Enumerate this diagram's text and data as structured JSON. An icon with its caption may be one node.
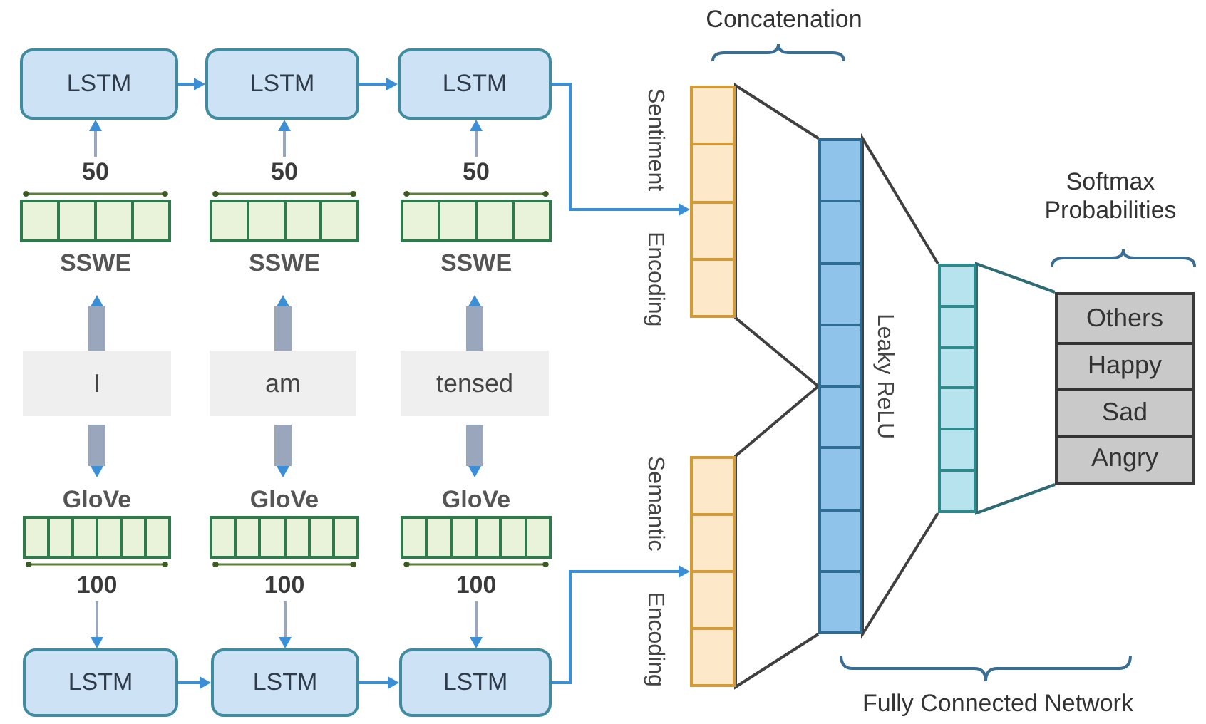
{
  "diagram": {
    "nodes": [
      {
        "text": [
          "LSTM"
        ]
      },
      {
        "text": [
          "LSTM"
        ]
      },
      {
        "text": [
          "LSTM"
        ]
      },
      {
        "text": [],
        "shape": "box",
        "beside": [
          "SSWE"
        ]
      },
      {
        "text": [],
        "shape": "box",
        "beside": [
          "SSWE"
        ]
      },
      {
        "text": [],
        "shape": "box",
        "beside": [
          "SSWE"
        ]
      },
      {
        "text": [
          "I"
        ]
      },
      {
        "text": [
          "am"
        ]
      },
      {
        "text": [
          "tensed"
        ]
      },
      {
        "text": [],
        "shape": "box",
        "beside": [
          "GloVe"
        ]
      },
      {
        "text": [],
        "shape": "box",
        "beside": [
          "GloVe"
        ]
      },
      {
        "text": [],
        "shape": "box",
        "beside": [
          "GloVe"
        ]
      },
      {
        "text": [
          "LSTM"
        ]
      },
      {
        "text": [
          "LSTM"
        ]
      },
      {
        "text": [
          "LSTM"
        ]
      },
      {
        "text": [],
        "shape": "box",
        "beside": [
          "Sentiment Encoding"
        ]
      },
      {
        "text": [],
        "shape": "box",
        "beside": [
          "Semantic Encoding"
        ]
      },
      {
        "text": [],
        "shape": "box",
        "beside": [
          "Leaky ReLU"
        ]
      },
      {
        "text": [],
        "shape": "box"
      },
      {
        "text": [],
        "shape": "box"
      },
      {
        "text": [
          "Others"
        ],
        "in": 19
      },
      {
        "text": [
          "Happy"
        ],
        "in": 19
      },
      {
        "text": [
          "Sad"
        ],
        "in": 19
      },
      {
        "text": [
          "Angry"
        ],
        "in": 19
      }
    ],
    "edges": [
      {
        "from": 0,
        "to": 1,
        "arrow": "to",
        "color": "#3a8fd6"
      },
      {
        "from": 1,
        "to": 2,
        "arrow": "to",
        "color": "#3a8fd6"
      },
      {
        "from": 2,
        "to": 15,
        "arrow": "to",
        "color": "#3a8fd6"
      },
      {
        "from": 3,
        "to": 0,
        "arrow": "to",
        "color": "#9aa6bb"
      },
      {
        "from": 4,
        "to": 1,
        "arrow": "to",
        "color": "#9aa6bb"
      },
      {
        "from": 5,
        "to": 2,
        "arrow": "to",
        "color": "#9aa6bb"
      },
      {
        "from": 6,
        "to": 3,
        "arrow": "to",
        "style": "thick",
        "color": "#9aa6bb"
      },
      {
        "from": 7,
        "to": 4,
        "arrow": "to",
        "style": "thick",
        "color": "#9aa6bb"
      },
      {
        "from": 8,
        "to": 5,
        "arrow": "to",
        "style": "thick",
        "color": "#9aa6bb"
      },
      {
        "from": 6,
        "to": 9,
        "arrow": "to",
        "style": "thick",
        "color": "#9aa6bb"
      },
      {
        "from": 7,
        "to": 10,
        "arrow": "to",
        "style": "thick",
        "color": "#9aa6bb"
      },
      {
        "from": 8,
        "to": 11,
        "arrow": "to",
        "style": "thick",
        "color": "#9aa6bb"
      },
      {
        "from": 9,
        "to": 12,
        "arrow": "to",
        "color": "#9aa6bb"
      },
      {
        "from": 10,
        "to": 13,
        "arrow": "to",
        "color": "#9aa6bb"
      },
      {
        "from": 11,
        "to": 14,
        "arrow": "to",
        "color": "#9aa6bb"
      },
      {
        "from": 12,
        "to": 13,
        "arrow": "to",
        "color": "#3a8fd6"
      },
      {
        "from": 13,
        "to": 14,
        "arrow": "to",
        "color": "#3a8fd6"
      },
      {
        "from": 14,
        "to": 16,
        "arrow": "to",
        "color": "#3a8fd6"
      },
      {
        "from": 15,
        "to": 17,
        "arrow": "none",
        "color": "#404040"
      },
      {
        "from": 16,
        "to": 17,
        "arrow": "none",
        "color": "#404040"
      },
      {
        "from": 17,
        "to": 18,
        "arrow": "none",
        "color": "#404040"
      },
      {
        "from": 18,
        "to": 19,
        "arrow": "none",
        "color": "#2e6b74"
      }
    ],
    "labels": [
      "Concatenation",
      "50",
      "50",
      "50",
      "Softmax Probabilities",
      "100",
      "100",
      "100",
      "Fully Connected Network"
    ]
  }
}
